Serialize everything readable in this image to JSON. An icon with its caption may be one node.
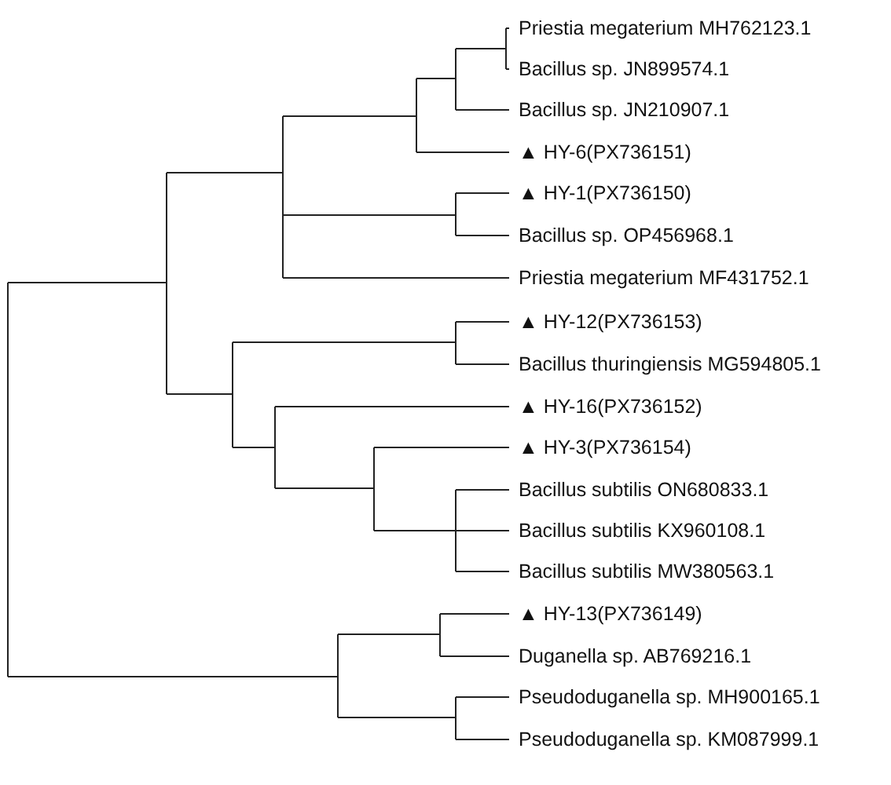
{
  "diagram": {
    "labels": [
      "Priestia megaterium MH762123.1",
      "Bacillus sp. JN899574.1",
      "Bacillus sp. JN210907.1",
      "▲ HY-6(PX736151)",
      "▲ HY-1(PX736150)",
      "Bacillus sp. OP456968.1",
      "Priestia megaterium MF431752.1",
      "▲ HY-12(PX736153)",
      "Bacillus thuringiensis MG594805.1",
      "▲ HY-16(PX736152)",
      "▲ HY-3(PX736154)",
      "Bacillus subtilis ON680833.1",
      "Bacillus subtilis KX960108.1",
      "Bacillus subtilis MW380563.1",
      "▲ HY-13(PX736149)",
      "Duganella sp. AB769216.1",
      "Pseudoduganella sp. MH900165.1",
      "Pseudoduganella sp. KM087999.1"
    ]
  }
}
